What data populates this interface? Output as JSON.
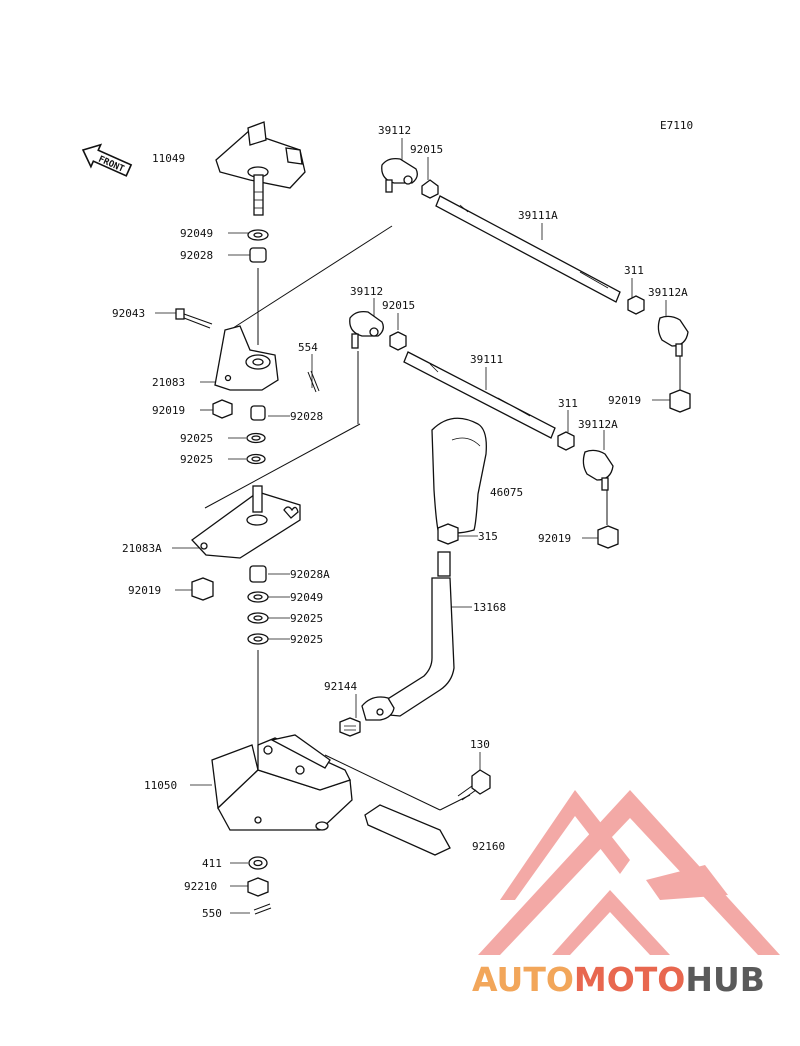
{
  "diagram_code": "E7110",
  "front_arrow_label": "FRONT",
  "watermark": {
    "part1": "AUTO",
    "part2": "MOTO",
    "part3": "HUB",
    "color1": "#f2a65a",
    "color2": "#e8674f",
    "color3": "#5a5a5a",
    "triangle_color": "#f19b97"
  },
  "parts": [
    {
      "id": "p11049",
      "number": "11049"
    },
    {
      "id": "p92049a",
      "number": "92049"
    },
    {
      "id": "p92028a",
      "number": "92028"
    },
    {
      "id": "p92043",
      "number": "92043"
    },
    {
      "id": "p554",
      "number": "554"
    },
    {
      "id": "p21083",
      "number": "21083"
    },
    {
      "id": "p92019a",
      "number": "92019"
    },
    {
      "id": "p92028b",
      "number": "92028"
    },
    {
      "id": "p92025a",
      "number": "92025"
    },
    {
      "id": "p92025b",
      "number": "92025"
    },
    {
      "id": "p21083A",
      "number": "21083A"
    },
    {
      "id": "p92019b",
      "number": "92019"
    },
    {
      "id": "p92028A",
      "number": "92028A"
    },
    {
      "id": "p92049b",
      "number": "92049"
    },
    {
      "id": "p92025c",
      "number": "92025"
    },
    {
      "id": "p92025d",
      "number": "92025"
    },
    {
      "id": "p39112a",
      "number": "39112"
    },
    {
      "id": "p92015a",
      "number": "92015"
    },
    {
      "id": "p39111A",
      "number": "39111A"
    },
    {
      "id": "p311a",
      "number": "311"
    },
    {
      "id": "p39112A_a",
      "number": "39112A"
    },
    {
      "id": "p92019c",
      "number": "92019"
    },
    {
      "id": "p39112b",
      "number": "39112"
    },
    {
      "id": "p92015b",
      "number": "92015"
    },
    {
      "id": "p39111",
      "number": "39111"
    },
    {
      "id": "p311b",
      "number": "311"
    },
    {
      "id": "p39112A_b",
      "number": "39112A"
    },
    {
      "id": "p46075",
      "number": "46075"
    },
    {
      "id": "p315",
      "number": "315"
    },
    {
      "id": "p92019d",
      "number": "92019"
    },
    {
      "id": "p13168",
      "number": "13168"
    },
    {
      "id": "p92144",
      "number": "92144"
    },
    {
      "id": "p130",
      "number": "130"
    },
    {
      "id": "p11050",
      "number": "11050"
    },
    {
      "id": "p92160",
      "number": "92160"
    },
    {
      "id": "p411",
      "number": "411"
    },
    {
      "id": "p92210",
      "number": "92210"
    },
    {
      "id": "p550",
      "number": "550"
    }
  ]
}
